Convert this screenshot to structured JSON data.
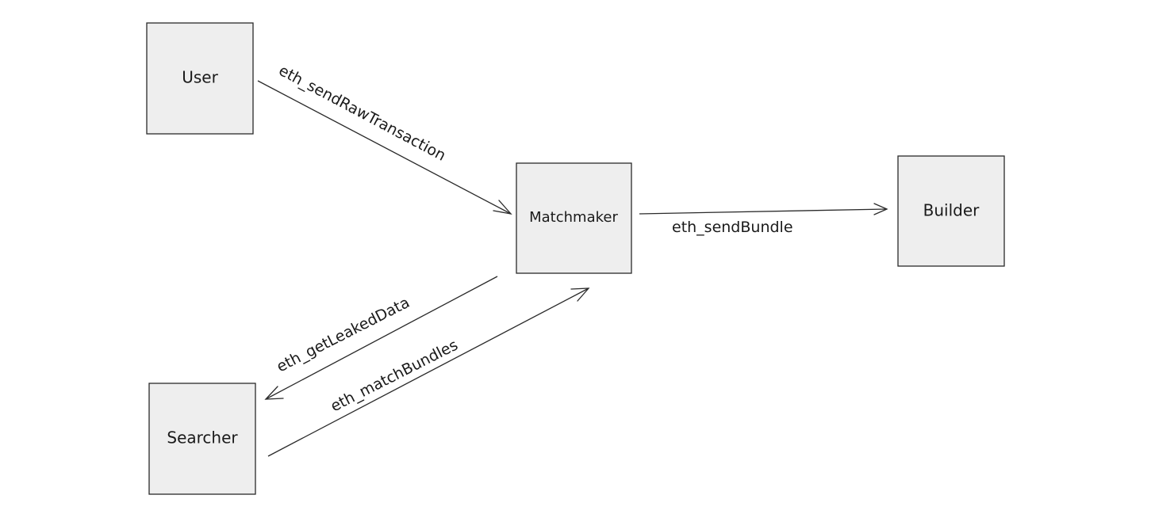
{
  "nodes": {
    "user": "User",
    "matchmaker": "Matchmaker",
    "builder": "Builder",
    "searcher": "Searcher"
  },
  "edges": {
    "send_raw_transaction": "eth_sendRawTransaction",
    "send_bundle": "eth_sendBundle",
    "get_leaked_data": "eth_getLeakedData",
    "match_bundles": "eth_matchBundles"
  }
}
